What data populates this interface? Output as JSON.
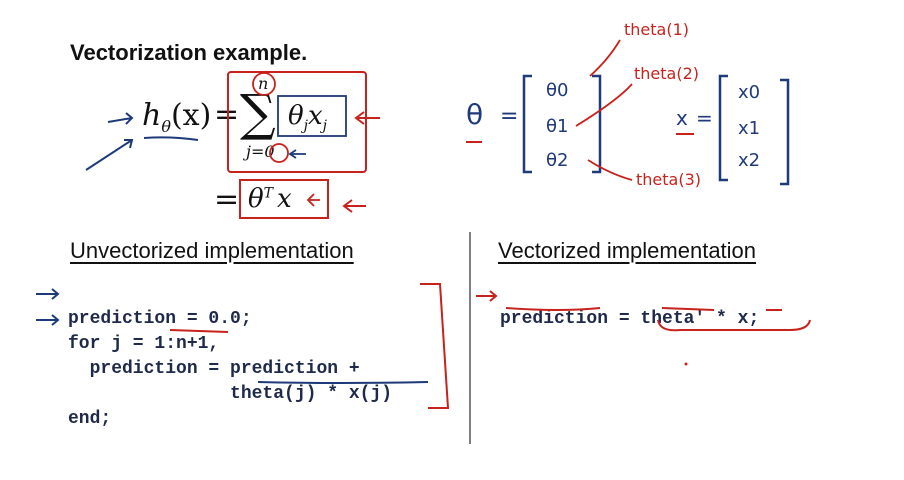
{
  "slide": {
    "title": "Vectorization example.",
    "formula": {
      "lhs": "h",
      "lhs_sub": "θ",
      "lhs_arg": "(x)",
      "eq1": "=",
      "sum_symbol": "∑",
      "sum_top": "n",
      "sum_bottom": "j=0",
      "sum_term": "θ",
      "sum_term_sub": "j",
      "sum_term_x": "x",
      "sum_term_x_sub": "j",
      "eq2": "=",
      "vec_form": "θ",
      "vec_form_sup": "T",
      "vec_form_x": "x"
    },
    "theta_vector": {
      "name": "θ",
      "eq": "=",
      "entries": [
        "θ0",
        "θ1",
        "θ2"
      ]
    },
    "x_vector": {
      "name": "x",
      "eq": "=",
      "entries": [
        "x0",
        "x1",
        "x2"
      ]
    },
    "annotations": [
      "theta(1)",
      "theta(2)",
      "theta(3)"
    ],
    "unvectorized": {
      "heading": "Unvectorized implementation",
      "lines": [
        "prediction = 0.0;",
        "for j = 1:n+1,",
        "  prediction = prediction +",
        "               theta(j) * x(j)",
        "end;"
      ]
    },
    "vectorized": {
      "heading": "Vectorized implementation",
      "lines": [
        "prediction = theta' * x;"
      ]
    },
    "colors": {
      "ink_red": "#c8221c",
      "ink_blue": "#1f3a7a",
      "code_text": "#1f2a4a"
    }
  }
}
